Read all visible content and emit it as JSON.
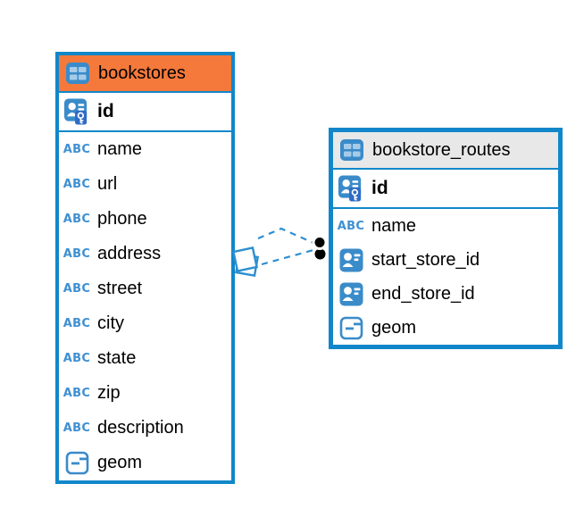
{
  "labels": {
    "abc": "ABC"
  },
  "colors": {
    "background": "#ffffff",
    "table_border": "#1187ca",
    "header_orange": "#f5793b",
    "header_gray": "#e8e8e8",
    "icon_blue": "#3a8bc9",
    "icon_cell_blue": "#a6cbe9",
    "key_badge_blue": "#2f6bc6",
    "abc_blue": "#3f90d2",
    "relation_line": "#2e8fd0",
    "text": "#000000"
  },
  "diagram": {
    "tables": [
      {
        "title": "bookstores",
        "header_style": "orange",
        "primary_key": {
          "name": "id",
          "icon": "pk"
        },
        "fields": [
          {
            "name": "name",
            "icon": "text"
          },
          {
            "name": "url",
            "icon": "text"
          },
          {
            "name": "phone",
            "icon": "text"
          },
          {
            "name": "address",
            "icon": "text"
          },
          {
            "name": "street",
            "icon": "text"
          },
          {
            "name": "city",
            "icon": "text"
          },
          {
            "name": "state",
            "icon": "text"
          },
          {
            "name": "zip",
            "icon": "text"
          },
          {
            "name": "description",
            "icon": "text"
          },
          {
            "name": "geom",
            "icon": "geometry"
          }
        ]
      },
      {
        "title": "bookstore_routes",
        "header_style": "gray",
        "primary_key": {
          "name": "id",
          "icon": "pk"
        },
        "fields": [
          {
            "name": "name",
            "icon": "text"
          },
          {
            "name": "start_store_id",
            "icon": "fk"
          },
          {
            "name": "end_store_id",
            "icon": "fk"
          },
          {
            "name": "geom",
            "icon": "geometry"
          }
        ]
      }
    ],
    "relation": {
      "from_table": "bookstores",
      "to_table": "bookstore_routes",
      "line_style": "dashed",
      "line_count": 2,
      "source_marker": "overlapping-open-squares",
      "target_marker": "stacked-filled-circles"
    }
  }
}
